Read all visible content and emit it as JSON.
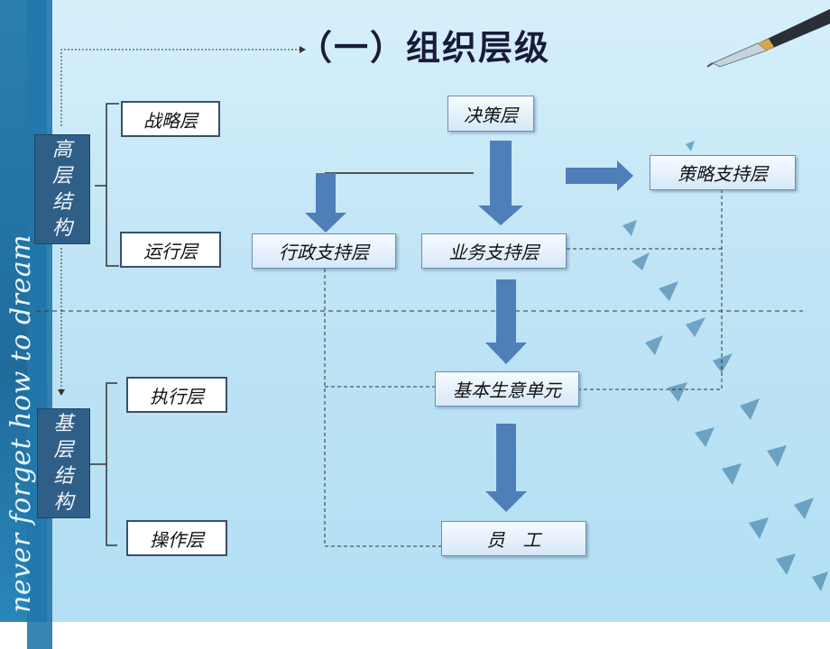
{
  "title": "（一）组织层级",
  "motto": "never forget  how to dream",
  "left_groups": [
    {
      "label_chars": [
        "高",
        "层",
        "结",
        "构"
      ]
    },
    {
      "label_chars": [
        "基",
        "层",
        "结",
        "构"
      ]
    }
  ],
  "levels": {
    "strategy": "战略层",
    "operation": "运行层",
    "execution": "执行层",
    "operate": "操作层"
  },
  "org": {
    "decision": "决策层",
    "strategic_support": "策略支持层",
    "admin_support": "行政支持层",
    "business_support": "业务支持层",
    "basic_unit": "基本生意单元",
    "staff": "员　工"
  },
  "colors": {
    "arrow": "#4f7fb8",
    "sidebar": "#2278ab",
    "dark_box": "#2f5f86"
  }
}
